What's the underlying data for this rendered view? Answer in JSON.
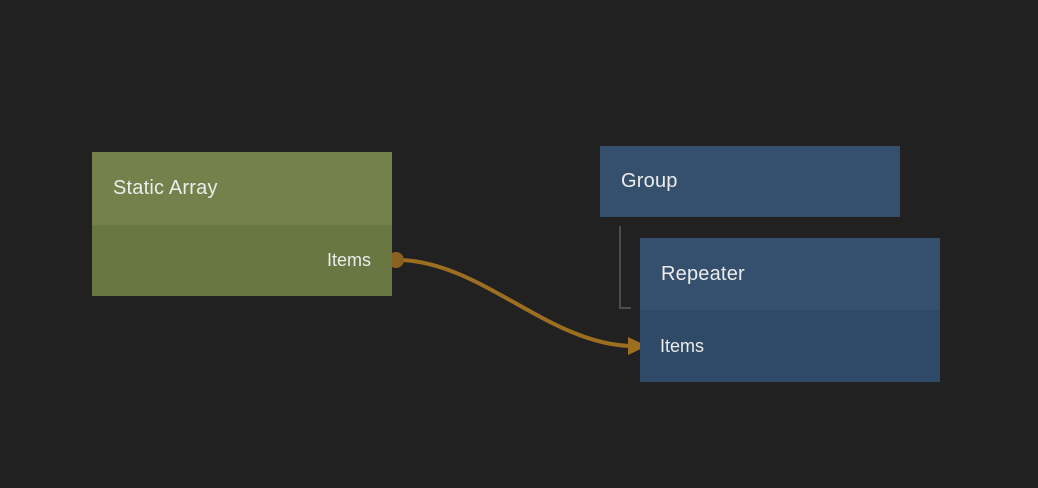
{
  "canvas": {
    "background_color": "#212121",
    "group_child_connector_color": "#4D4D4D"
  },
  "nodes": {
    "static_array": {
      "title": "Static Array",
      "output_label": "Items",
      "header_color": "#75814B",
      "body_color": "#697743",
      "text_color": "#ECECEC"
    },
    "group": {
      "title": "Group",
      "header_color": "#35506C",
      "text_color": "#ECECEC"
    },
    "repeater": {
      "title": "Repeater",
      "input_label": "Items",
      "header_color": "#35506C",
      "body_color": "#2F4A66",
      "text_color": "#ECECEC"
    }
  },
  "connection": {
    "from_node": "Static Array",
    "from_port": "Items",
    "to_node": "Repeater",
    "to_port": "Items",
    "wire_color": "#9C6E20",
    "port_dot_color": "#8A611F"
  }
}
